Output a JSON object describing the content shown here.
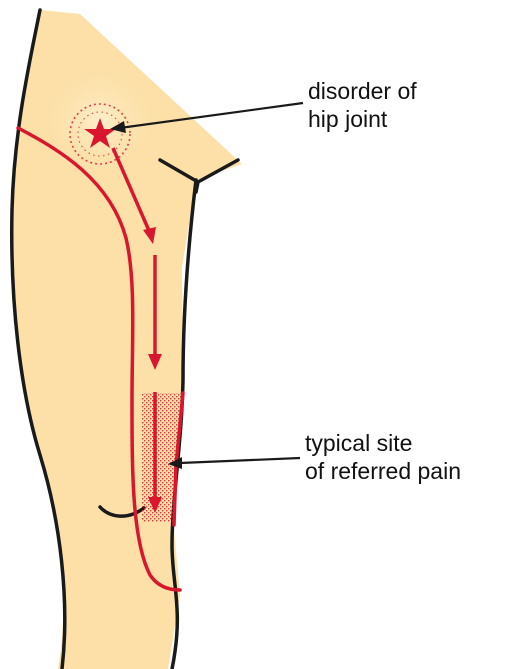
{
  "colors": {
    "skin": "#FCE0A8",
    "outline": "#1A1A1A",
    "pain": "#D8172F"
  },
  "labels": {
    "hip_disorder": {
      "line1": "disorder of",
      "line2": "hip joint"
    },
    "referred_pain": {
      "line1": "typical site",
      "line2": "of referred pain"
    }
  },
  "icons": {
    "pain_source": "star-burst-icon",
    "pain_path": "arrow-down-icon"
  }
}
